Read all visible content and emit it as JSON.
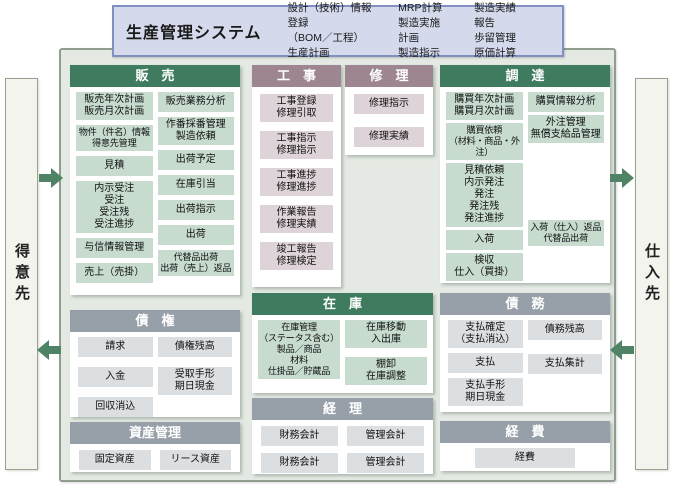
{
  "title_box": {
    "title": "生産管理システム",
    "columns": [
      "設計（技術）情報登録\n（BOM／工程）\n生産計画",
      "MRP計算\n製造実施計画\n製造指示",
      "製造実績報告\n歩留管理\n原価計算"
    ]
  },
  "sides": {
    "left": "得意先",
    "right": "仕入先"
  },
  "panels": {
    "sales": {
      "header": "販　売",
      "left": [
        "販売年次計画\n販売月次計画",
        "物件（件名）情報\n得意先管理",
        "見積",
        "内示受注\n受注\n受注残\n受注進捗",
        "与信情報管理",
        "売上（売掛）"
      ],
      "right": [
        "販売業務分析",
        "作番採番管理\n製造依頼",
        "出荷予定",
        "在庫引当",
        "出荷指示",
        "出荷",
        "代替品出荷\n出荷（売上）返品"
      ]
    },
    "construction": {
      "header": "工　事",
      "items": [
        "工事登録\n修理引取",
        "工事指示\n修理指示",
        "工事進捗\n修理進捗",
        "作業報告\n修理実績",
        "竣工報告\n修理検定"
      ]
    },
    "repair": {
      "header": "修　理",
      "items": [
        "修理指示",
        "修理実績"
      ]
    },
    "procurement": {
      "header": "調　達",
      "left": [
        "購買年次計画\n購買月次計画",
        "購買依頼\n（材料・商品・外注）",
        "見積依頼\n内示発注\n発注\n発注残\n発注進捗",
        "入荷",
        "検収\n仕入（買掛）"
      ],
      "right": [
        "購買情報分析",
        "外注管理\n無償支給品管理",
        "入荷（仕入）返品\n代替品出荷"
      ]
    },
    "inventory": {
      "header": "在　庫",
      "left": [
        "在庫管理\n（ステータス含む）\n製品／商品\n材料\n仕掛品／貯蔵品"
      ],
      "right": [
        "在庫移動\n入出庫",
        "棚卸\n在庫調整"
      ]
    },
    "accounting": {
      "header": "経　理",
      "rows": [
        [
          "財務会計",
          "管理会計"
        ],
        [
          "財務会計",
          "管理会計"
        ]
      ]
    },
    "receivables": {
      "header": "債　権",
      "left": [
        "請求",
        "入金",
        "回収消込"
      ],
      "right": [
        "債権残高",
        "受取手形\n期日現金"
      ]
    },
    "assets": {
      "header": "資産管理",
      "items": [
        "固定資産",
        "リース資産"
      ]
    },
    "payables": {
      "header": "債　務",
      "left": [
        "支払確定\n（支払消込）",
        "支払",
        "支払手形\n期日現金"
      ],
      "right": [
        "債務残高",
        "支払集計"
      ]
    },
    "expenses": {
      "header": "経　費",
      "items": [
        "経費"
      ]
    }
  },
  "colors": {
    "header_green": "#3e7b5f",
    "item_green": "#c7dccf",
    "header_mauve": "#9d8692",
    "item_mauve": "#ded3d8",
    "header_gray": "#97a0a8",
    "item_gray": "#dbdfe2",
    "arrow_green": "#4e8465",
    "title_box_bg": "#d4d9eb",
    "title_box_border": "#8090c0",
    "diagram_bg": "#e4eae3"
  }
}
